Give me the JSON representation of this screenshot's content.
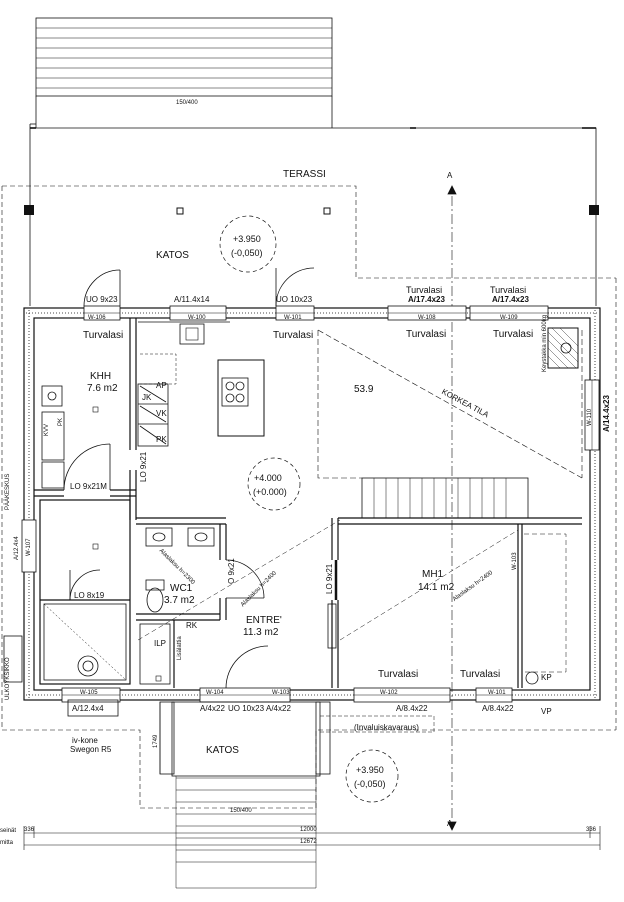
{
  "terrace": {
    "label": "TERASSI",
    "steps_top": "150/400"
  },
  "katos_top": {
    "label": "KATOS",
    "level": "+3.950",
    "level_sub": "(-0,050)"
  },
  "windows_top": {
    "uo_left": "UO 9x23",
    "a_mid": "A/11.4x14",
    "uo_right": "UO 10x23",
    "a_r1": "A/17.4x23",
    "a_r2": "A/17.4x23",
    "a_side": "A/14.4x23"
  },
  "window_tags": {
    "w100": "W-100",
    "w101": "W-101",
    "w108": "W-108",
    "w109": "W-109",
    "w105": "W-105",
    "w102": "W-102",
    "w103": "W-103",
    "w104": "W-104",
    "w106": "W-106",
    "w107": "W-107",
    "w110": "W-110"
  },
  "safety_glass": "Turvalasi",
  "rooms": {
    "khh": {
      "name": "KHH",
      "area": "7.6 m2"
    },
    "living": {
      "area": "53.9",
      "ceiling": "KORKEA TILA"
    },
    "hall": {
      "name": "ENTRE'",
      "area": "11.3 m2"
    },
    "wc": {
      "name": "WC1",
      "area": "3.7 m2"
    },
    "mh1": {
      "name": "MH1",
      "area": "14.1 m2"
    },
    "katos_bottom": {
      "name": "KATOS"
    }
  },
  "center_level": {
    "value": "+4.000",
    "sub": "(+0.000)"
  },
  "bottom_level": {
    "value": "+3.950",
    "sub": "(-0,050)"
  },
  "doors": {
    "lo_9x21m": "LO 9x21M",
    "lo_9x21_khh": "LO 9x21",
    "lo_8x19": "LO 8x19",
    "o_9x21": "O 9x21",
    "lo_9x21_mh": "LO 9x21",
    "uo_10x23_bottom": "UO 10x23"
  },
  "ceiling_notes": {
    "wc": "Alaslaksu h=2300",
    "hall": "Alaslaksu h=2400",
    "mh": "Alaslaksu h=2400"
  },
  "fixtures": {
    "ap": "AP",
    "jk": "JK",
    "vk": "VK",
    "pk": "PK",
    "kp": "KP",
    "vp": "VP",
    "rk": "RK",
    "ilp": "ILP",
    "kvv": "KVV",
    "pk_small": "PK",
    "fireplace_note": "Keystakka min 600kg",
    "lisalattia": "Lisälattia"
  },
  "side_labels": {
    "paakeskus": "PÄÄKESKUS",
    "a_12_4x4_side": "A/12.4x4",
    "ulkoyksikko": "ULKOYKSIKKÖ"
  },
  "bottom_windows": {
    "a_12_4x4": "A/12.4x4",
    "a_4x22_1": "A/4x22",
    "uo_10x23": "UO 10x23",
    "a_4x22_2": "A/4x22",
    "a_8_4x22_1": "A/8.4x22",
    "a_8_4x22_2": "A/8.4x22"
  },
  "accessibility": "(Invaluiskavaraus)",
  "iv": {
    "line1": "iv-kone",
    "line2": "Swegon R5"
  },
  "steps_bottom": "150/400",
  "section_marker": "A",
  "dims": {
    "left1": "336",
    "mid1": "12000",
    "right1": "336",
    "mid2": "12672",
    "lbl1": "seinät",
    "lbl2": "mitta",
    "entry_depth": "1749"
  }
}
